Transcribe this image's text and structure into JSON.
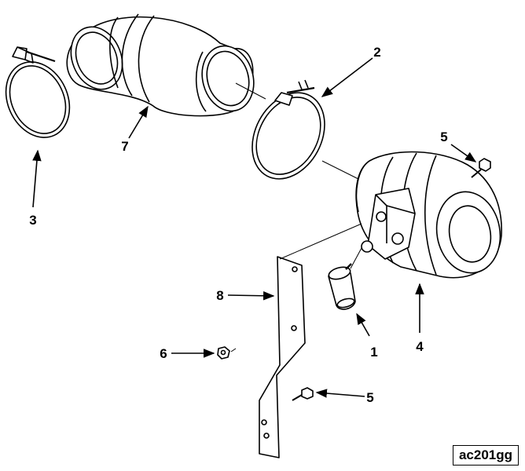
{
  "callouts": {
    "c1": "1",
    "c2": "2",
    "c3": "3",
    "c4": "4",
    "c5a": "5",
    "c5b": "5",
    "c6": "6",
    "c7": "7",
    "c8": "8"
  },
  "figure_id": "ac201gg"
}
